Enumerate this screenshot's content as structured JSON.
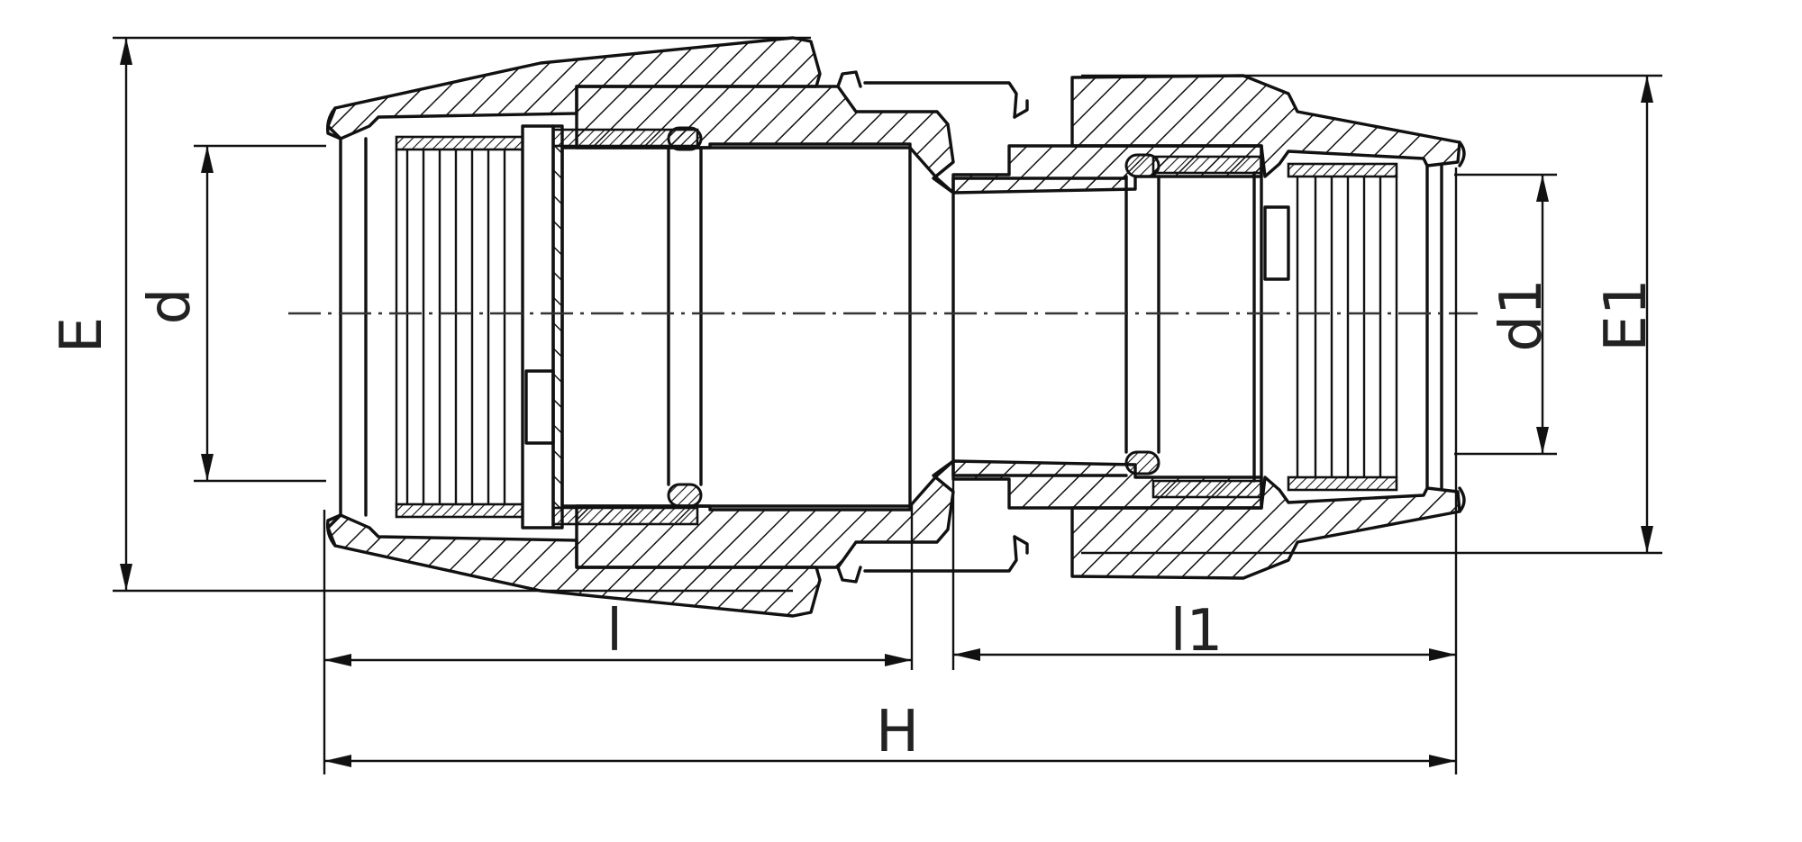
{
  "dimensions": {
    "outer_diameter_left": "E",
    "bore_left": "d",
    "bore_right": "d1",
    "outer_diameter_right": "E1",
    "length_left": "l",
    "length_right": "l1",
    "overall_length": "H"
  }
}
